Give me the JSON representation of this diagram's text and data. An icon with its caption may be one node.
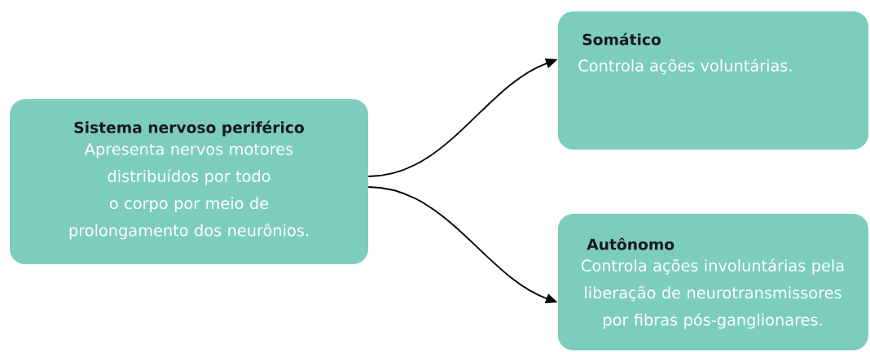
{
  "diagram": {
    "nodes": [
      {
        "text": [
          "Sistema nervoso periférico",
          "Apresenta nervos motores distribuídos por todo o corpo por meio de prolongamento dos neurônios."
        ]
      },
      {
        "text": [
          "Somático",
          "Controla ações voluntárias."
        ]
      },
      {
        "text": [
          "Autônomo",
          "Controla ações involuntárias pela liberação de neurotransmissores por fibras pós-ganglionares."
        ]
      }
    ],
    "edges": [
      {
        "from": 0,
        "to": 1,
        "arrow": "to"
      },
      {
        "from": 0,
        "to": 2,
        "arrow": "to"
      }
    ]
  }
}
